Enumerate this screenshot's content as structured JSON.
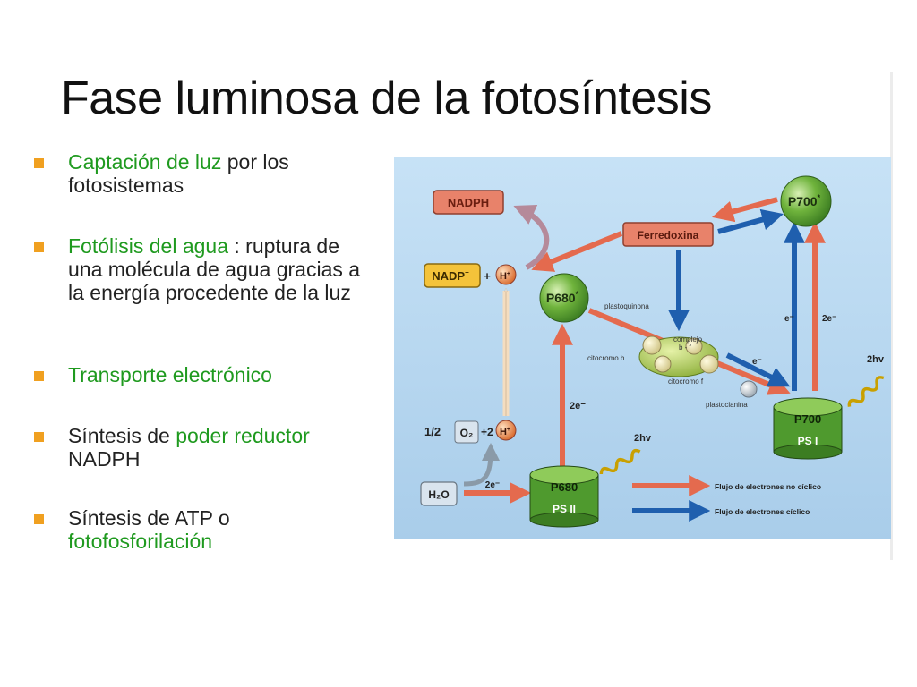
{
  "slide": {
    "title": "Fase luminosa de la fotosíntesis"
  },
  "bullets": [
    {
      "highlight": "Captación de luz",
      "rest": " por los fotosistemas"
    },
    {
      "highlight": "Fotólisis del agua",
      "rest": " : ruptura de una molécula de agua gracias a la energía procedente de la luz"
    },
    {
      "highlight": "Transporte electrónico",
      "rest": ""
    },
    {
      "prefix": "Síntesis de ",
      "highlight": "poder reductor",
      "rest": " NADPH"
    },
    {
      "prefix": "Síntesis de ATP o ",
      "highlight": "fotofosforilación"
    }
  ],
  "diagram": {
    "nadph": "NADPH",
    "ferredoxina": "Ferredoxina",
    "p700_top": "P700",
    "p700_top_sup": "*",
    "nadp": "NADP",
    "nadp_sup": "+",
    "plus": "+",
    "h": "H",
    "h_sup": "+",
    "p680_top": "P680",
    "p680_top_sup": "*",
    "plastoquinona": "plastoquinona",
    "complejo_1": "complejo",
    "complejo_2": "b - f",
    "citocromo_b": "citocromo b",
    "citocromo_f": "citocromo f",
    "plastocianina": "plastocianina",
    "e_minus_right": "e⁻",
    "two_e_right": "2e⁻",
    "e_minus_mid": "e⁻",
    "two_hv_top": "2hv",
    "p700_bottom": "P700",
    "ps1": "PS I",
    "two_e_mid": "2e⁻",
    "half": "1/2",
    "o2": "O₂",
    "plus2": "+2",
    "h2": "H",
    "h2_sup": "+",
    "two_hv_bottom": "2hv",
    "h2o": "H₂O",
    "two_e_h2o": "2e⁻",
    "p680_bottom": "P680",
    "ps2": "PS II",
    "legend_noncyclic": "Flujo de electrones no cíclico",
    "legend_cyclic": "Flujo de electrones cíclico"
  },
  "colors": {
    "accent_green": "#1f9a1f",
    "bullet_orange": "#f0a020",
    "diagram_bg": "#b9d8f0",
    "noncyclic_arrow": "#e46a4e",
    "cyclic_arrow": "#1f5fae"
  }
}
